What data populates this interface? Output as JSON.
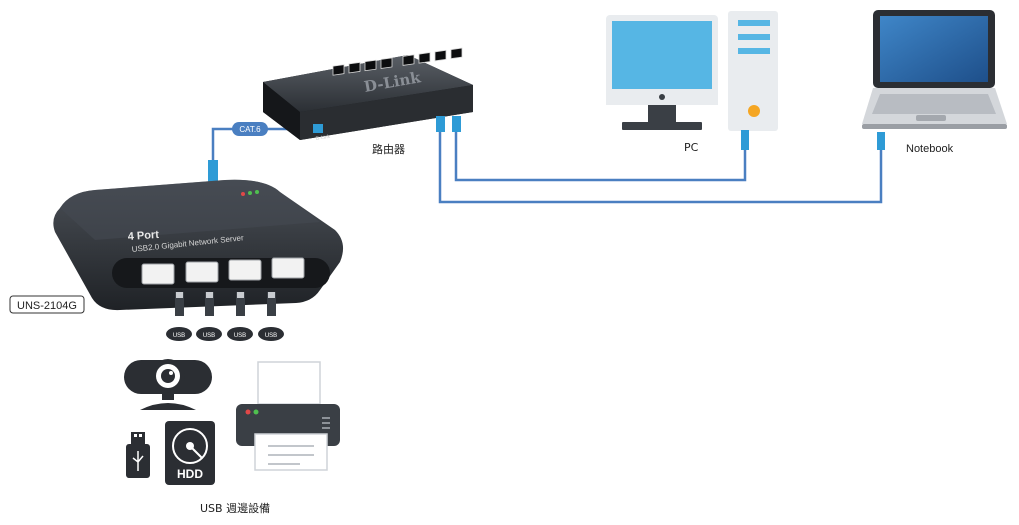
{
  "labels": {
    "router_brand": "D-Link",
    "router_text": "路由器",
    "router_small": "D-Link",
    "cable_tag": "CAT.6",
    "pc_text": "PC",
    "notebook_text": "Notebook",
    "server_line1": "4 Port",
    "server_line2": "USB2.0 Gigabit Network Server",
    "model_tag": "UNS-2104G",
    "usb_tags": [
      "USB",
      "USB",
      "USB",
      "USB"
    ],
    "hdd_text": "HDD",
    "usb_devices_text": "USB 週邊設備"
  },
  "colors": {
    "cable": "#4a7fc1",
    "connector": "#2e9bd6",
    "device_dark": "#3a3f45",
    "monitor_screen": "#56b6e4",
    "pc_stripe": "#56b6e4",
    "pc_button": "#f5a623",
    "notebook_screen": "#2f6fb0"
  }
}
